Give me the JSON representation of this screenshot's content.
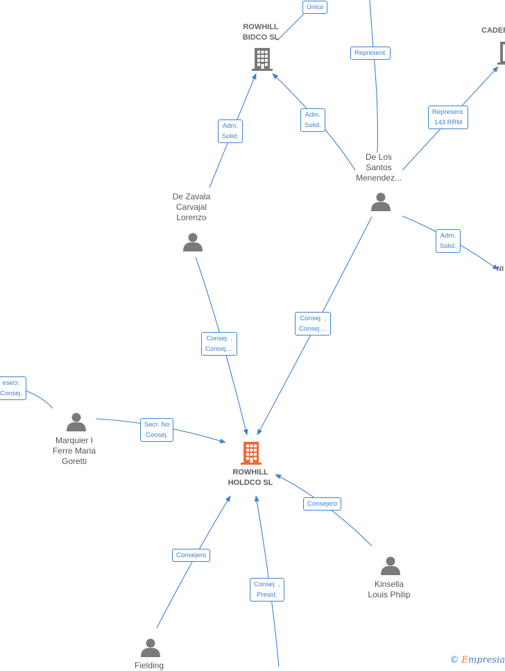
{
  "nodes": {
    "rowhill_holdco": {
      "label_line1": "ROWHILL",
      "label_line2": "HOLDCO  SL"
    },
    "rowhill_bidco": {
      "label_line1": "ROWHILL",
      "label_line2": "BIDCO  SL"
    },
    "cader": {
      "label": "CADER"
    },
    "nl_partial": {
      "label": "NI"
    },
    "de_los_santos": {
      "label_line1": "De Los",
      "label_line2": "Santos",
      "label_line3": "Menendez..."
    },
    "de_zavala": {
      "label_line1": "De  Zavala",
      "label_line2": "Carvajal",
      "label_line3": "Lorenzo"
    },
    "marquier": {
      "label_line1": "Marquier I",
      "label_line2": "Ferre Maria",
      "label_line3": "Goretti"
    },
    "kinsella": {
      "label_line1": "Kinsella",
      "label_line2": "Louis Philip"
    },
    "fielding": {
      "label": "Fielding"
    }
  },
  "edges": {
    "unico": {
      "line1": "Único"
    },
    "represent_top": {
      "line1": "Represent."
    },
    "represent_143": {
      "line1": "Represent.",
      "line2": "143 RRM"
    },
    "adm_solid_zavala": {
      "line1": "Adm.",
      "line2": "Solid."
    },
    "adm_solid_santos": {
      "line1": "Adm.",
      "line2": "Solid."
    },
    "adm_solid_right": {
      "line1": "Adm.",
      "line2": "Solid."
    },
    "consej_zavala": {
      "line1": "Consej. ,",
      "line2": "Consej...."
    },
    "consej_santos": {
      "line1": "Consej. ,",
      "line2": "Consej...."
    },
    "vicesecr": {
      "line1": "esecr.",
      "line2": "Consej."
    },
    "secr_no_consej": {
      "line1": "Secr.  No",
      "line2": "Consej."
    },
    "consejero_kinsella": {
      "line1": "Consejero"
    },
    "consejero_fielding": {
      "line1": "Consejero"
    },
    "consej_presid": {
      "line1": "Consej. ,",
      "line2": "Presid."
    }
  },
  "watermark": {
    "copyright": "©",
    "brand_first": "E",
    "brand_rest": "mpresia"
  },
  "colors": {
    "edge": "#3d7fd1",
    "main_company": "#f06a37",
    "company": "#7a7a7a",
    "person": "#7a7a7a"
  }
}
